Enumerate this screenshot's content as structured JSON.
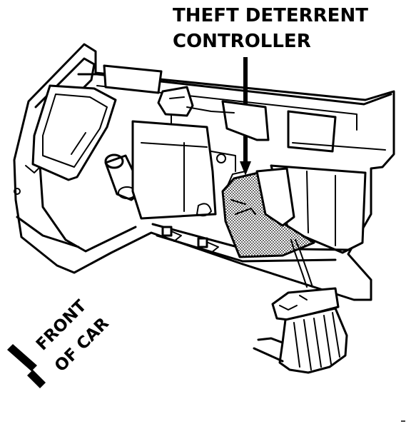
{
  "diagram": {
    "callout": {
      "line1": "THEFT DETERRENT",
      "line2": "CONTROLLER"
    },
    "direction": {
      "line1": "FRONT",
      "line2": "OF CAR"
    },
    "colors": {
      "ink": "#000000",
      "paper": "#ffffff"
    }
  }
}
